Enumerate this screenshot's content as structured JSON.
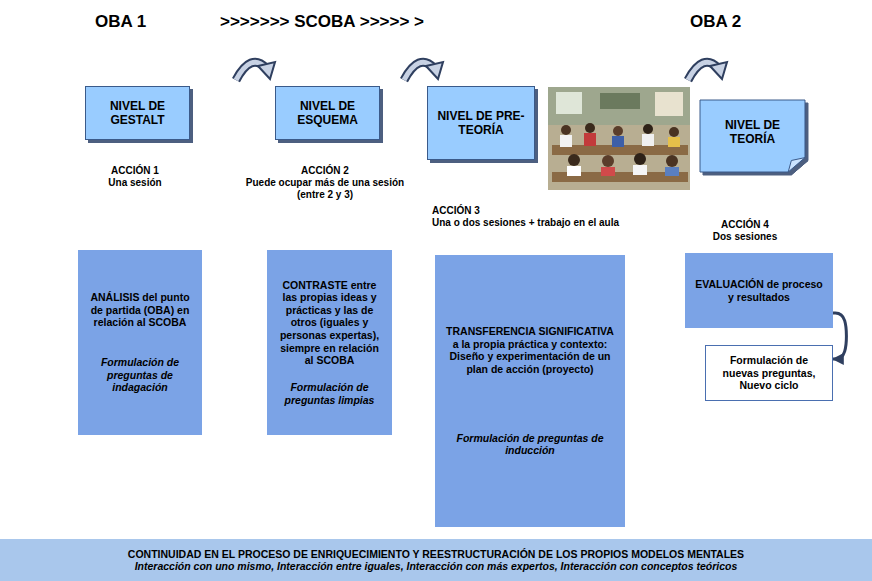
{
  "diagram": {
    "nodes": [
      {
        "text": [
          "NIVEL DE GESTALT"
        ]
      },
      {
        "text": [
          "NIVEL DE ESQUEMA"
        ]
      },
      {
        "text": [
          "NIVEL DE PRE-TEORÍA"
        ]
      },
      {
        "text": [
          "NIVEL DE TEORÍA"
        ]
      },
      {
        "text": [
          "ANÁLISIS del punto de partida (OBA) en relación al SCOBA",
          "Formulación de preguntas de indagación"
        ]
      },
      {
        "text": [
          "CONTRASTE entre las propias ideas y prácticas y las de otros (iguales y personas expertas), siempre en relación al SCOBA",
          "Formulación de preguntas limpias"
        ]
      },
      {
        "text": [
          "TRANSFERENCIA SIGNIFICATIVA a la propia práctica y contexto: Diseño y experimentación de un plan de acción (proyecto)",
          "Formulación de preguntas de inducción"
        ]
      },
      {
        "text": [
          "EVALUACIÓN de proceso y resultados"
        ]
      },
      {
        "text": [
          "Formulación de nuevas preguntas, Nuevo ciclo"
        ]
      },
      {
        "text": [
          "CONTINUIDAD EN EL PROCESO DE ENRIQUECIMIENTO Y REESTRUCTURACIÓN DE LOS PROPIOS MODELOS MENTALES",
          "Interacción con uno mismo, Interacción entre iguales, Interacción con más expertos, Interacción con conceptos teóricos"
        ]
      }
    ],
    "edges": [
      {
        "from": 7,
        "to": 8,
        "arrow": "to"
      }
    ],
    "labels": [
      "OBA 1",
      ">>>>>>> SCOBA >>>>> >",
      "OBA 2",
      "ACCIÓN 1",
      "Una sesión",
      "ACCIÓN 2",
      "Puede ocupar más de una sesión (entre 2 y 3)",
      "ACCIÓN 3",
      "Una o dos sesiones + trabajo en el aula",
      "ACCIÓN 4",
      "Dos sesiones"
    ]
  }
}
